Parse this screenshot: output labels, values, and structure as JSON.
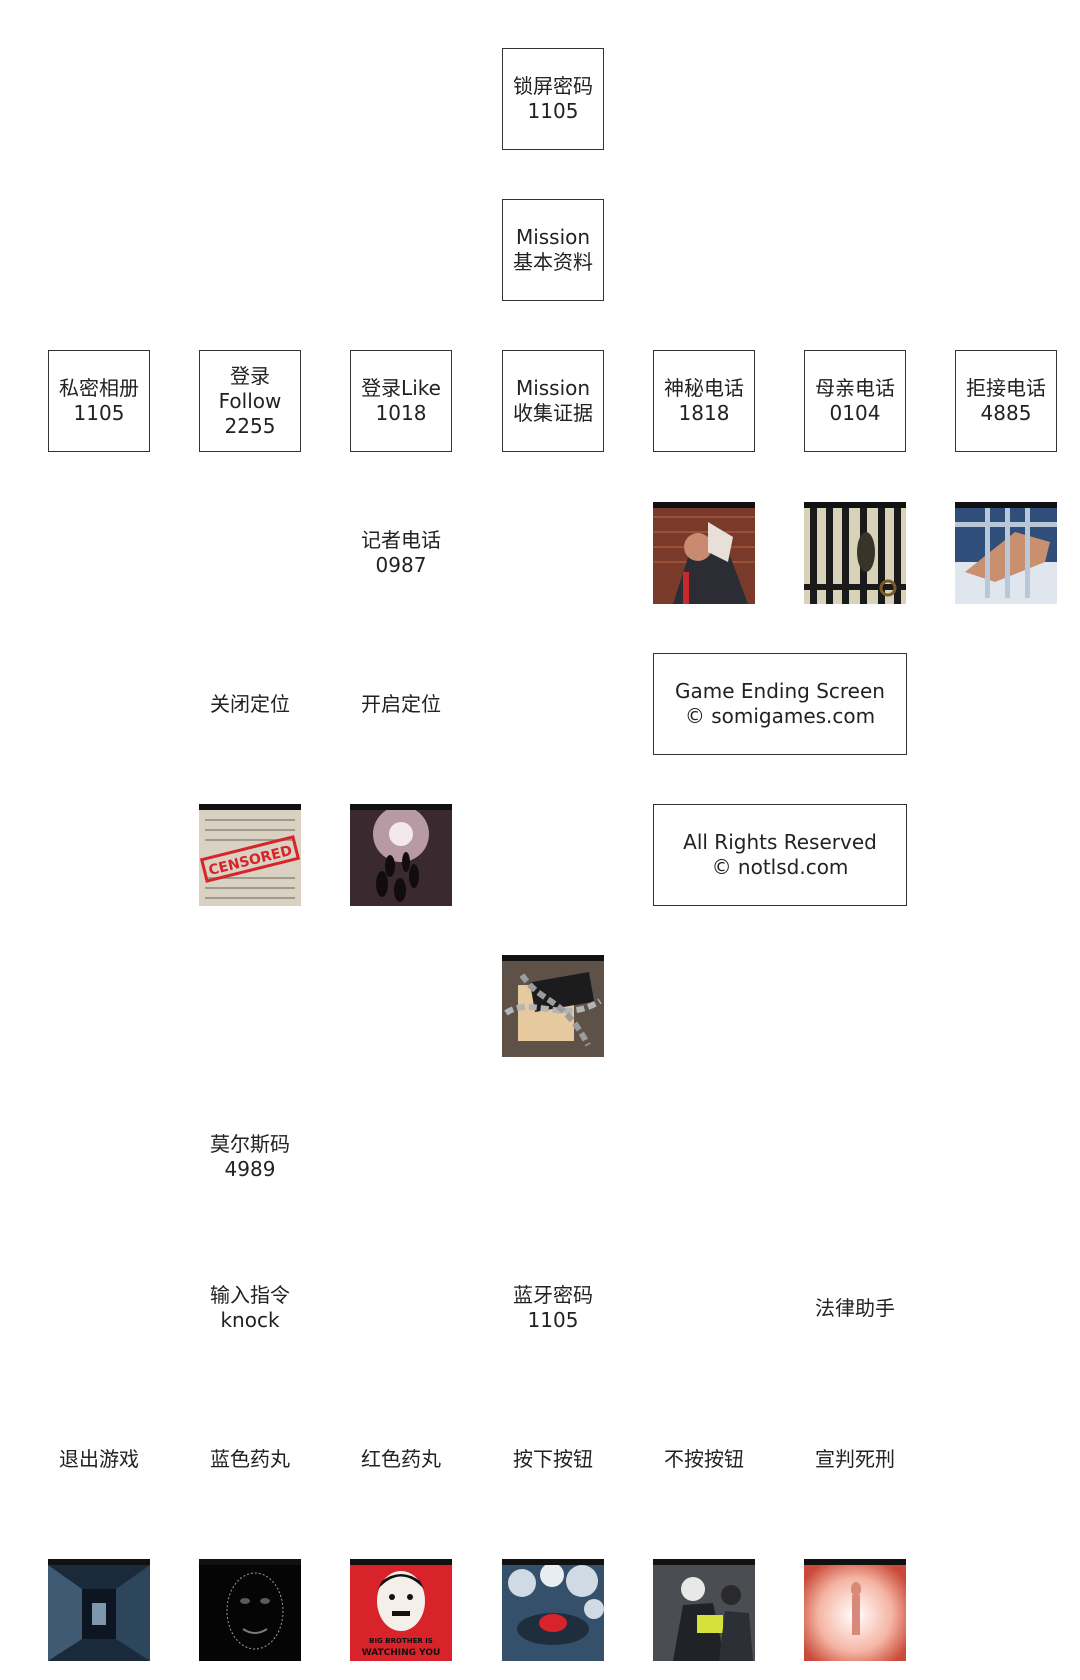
{
  "top": {
    "lock": {
      "l1": "锁屏密码",
      "l2": "1105"
    },
    "mission_basic": {
      "l1": "Mission",
      "l2": "基本资料"
    }
  },
  "row": {
    "album": {
      "l1": "私密相册",
      "l2": "1105"
    },
    "follow": {
      "l1": "登录",
      "l2": "Follow",
      "l3": "2255"
    },
    "like": {
      "l1": "登录Like",
      "l2": "1018"
    },
    "mission_collect": {
      "l1": "Mission",
      "l2": "收集证据"
    },
    "mystery_call": {
      "l1": "神秘电话",
      "l2": "1818"
    },
    "mother_call": {
      "l1": "母亲电话",
      "l2": "0104"
    },
    "reject_call": {
      "l1": "拒接电话",
      "l2": "4885"
    }
  },
  "reporter": {
    "l1": "记者电话",
    "l2": "0987"
  },
  "location": {
    "off": "关闭定位",
    "on": "开启定位"
  },
  "footer_boxes": {
    "ending": {
      "l1": "Game Ending Screen",
      "l2": "© somigames.com"
    },
    "rights": {
      "l1": "All Rights Reserved",
      "l2": "© notlsd.com"
    }
  },
  "morse": {
    "l1": "莫尔斯码",
    "l2": "4989"
  },
  "command": {
    "l1": "输入指令",
    "l2": "knock"
  },
  "bluetooth": {
    "l1": "蓝牙密码",
    "l2": "1105"
  },
  "legal": {
    "label": "法律助手"
  },
  "endings": {
    "quit": "退出游戏",
    "blue_pill": "蓝色药丸",
    "red_pill": "红色药丸",
    "press": "按下按钮",
    "no_press": "不按按钮",
    "death": "宣判死刑"
  },
  "thumb_text": {
    "censored": "CENSORED",
    "big_brother_1": "BIG BROTHER IS",
    "big_brother_2": "WATCHING YOU"
  },
  "colors": {
    "border": "#333333",
    "text": "#222222",
    "red": "#d8232a"
  }
}
